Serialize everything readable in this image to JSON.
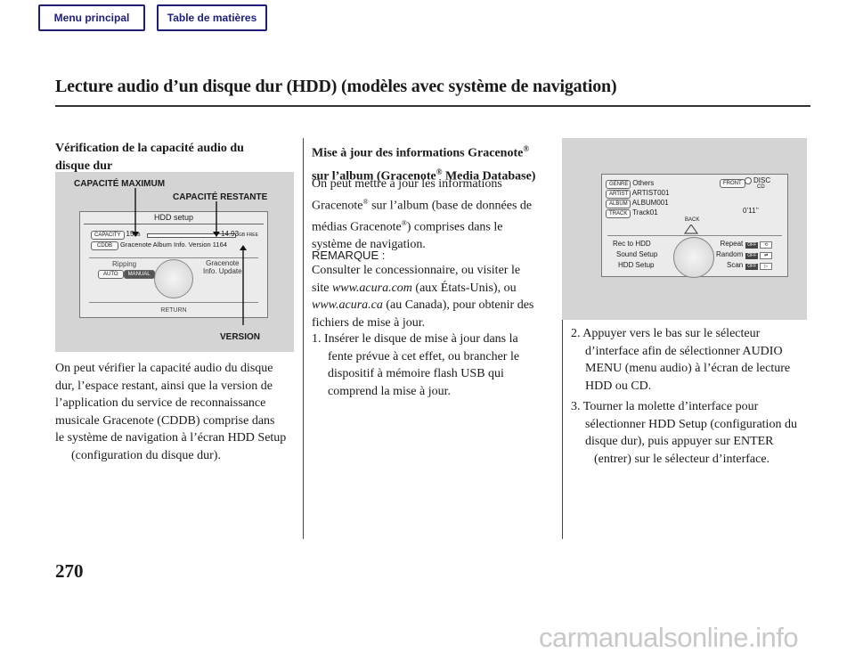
{
  "nav": {
    "menu_label": "Menu principal",
    "toc_label": "Table de matières"
  },
  "page_title": "Lecture audio d’un disque dur (HDD) (modèles avec système de navigation)",
  "left": {
    "heading": [
      "Vérification de la capacité audio du",
      "disque dur"
    ],
    "callout_max": "CAPACITÉ MAXIMUM",
    "callout_remaining": "CAPACITÉ RESTANTE",
    "callout_version": "VERSION",
    "screen": {
      "title": "HDD setup",
      "capacity_tag": "CAPACITY",
      "capacity_value": "15",
      "capacity_unit": "GB",
      "free_value": "14.93",
      "free_unit": "GB FREE",
      "cddb_tag": "CDDB",
      "cddb_text": "Gracenote Album Info. Version 1164",
      "ripping": "Ripping",
      "auto": "AUTO",
      "manual": "MANUAL",
      "gracenote_1": "Gracenote",
      "gracenote_2": "Info. Update",
      "return": "RETURN"
    },
    "body": [
      "On peut vérifier la capacité audio du disque",
      "dur, l’espace restant, ainsi que la version de",
      "l’application du service de reconnaissance",
      "musicale Gracenote (CDDB) comprise dans",
      "le système de navigation à l’écran HDD Setup",
      "(configuration du disque dur)."
    ]
  },
  "middle": {
    "heading_1a": "Mise à jour des informations Gracenote",
    "heading_2a": "sur l’album (Gracenote",
    "heading_2b": " Media Database)",
    "reg": "®",
    "p1_l1": "On peut mettre à jour les informations",
    "p1_l2a": "Gracenote",
    "p1_l2b": " sur l’album (base de données de",
    "p1_l3a": "médias Gracenote",
    "p1_l3b": ") comprises dans le",
    "p1_l4": "système de navigation.",
    "remarque": "REMARQUE :",
    "r_l1": "Consulter le concessionnaire, ou visiter le",
    "r_l2a": "site ",
    "r_l2b": "www.acura.com",
    "r_l2c": " (aux États-Unis), ou",
    "r_l3a": "www.acura.ca",
    "r_l3b": " (au Canada), pour obtenir des",
    "r_l4": "fichiers de mise à jour.",
    "step1": [
      "1. Insérer le disque de mise à jour dans la",
      "fente prévue à cet effet, ou brancher le",
      "dispositif à mémoire flash USB qui",
      "comprend la mise à jour."
    ]
  },
  "right": {
    "screen": {
      "genre_tag": "GENRE",
      "genre": "Others",
      "artist_tag": "ARTIST",
      "artist": "ARTIST001",
      "album_tag": "ALBUM",
      "album": "ALBUM001",
      "track_tag": "TRACK",
      "track": "Track01",
      "time": "0’11’’",
      "front": "FRONT",
      "disc": "DISC",
      "cd": "CD",
      "back": "BACK",
      "rec": "Rec to HDD",
      "sound": "Sound Setup",
      "hdd": "HDD Setup",
      "repeat": "Repeat",
      "random": "Random",
      "scan": "Scan",
      "off": "OFF"
    },
    "step2": [
      "2. Appuyer vers le bas sur le sélecteur",
      "d’interface afin de sélectionner AUDIO",
      "MENU (menu audio) à l’écran de lecture",
      "HDD ou CD."
    ],
    "step3": [
      "3. Tourner la molette d’interface pour",
      "sélectionner HDD Setup (configuration du",
      "disque dur), puis appuyer sur ENTER",
      "(entrer) sur le sélecteur d’interface."
    ]
  },
  "page_number": "270",
  "watermark": "carmanualsonline.info"
}
